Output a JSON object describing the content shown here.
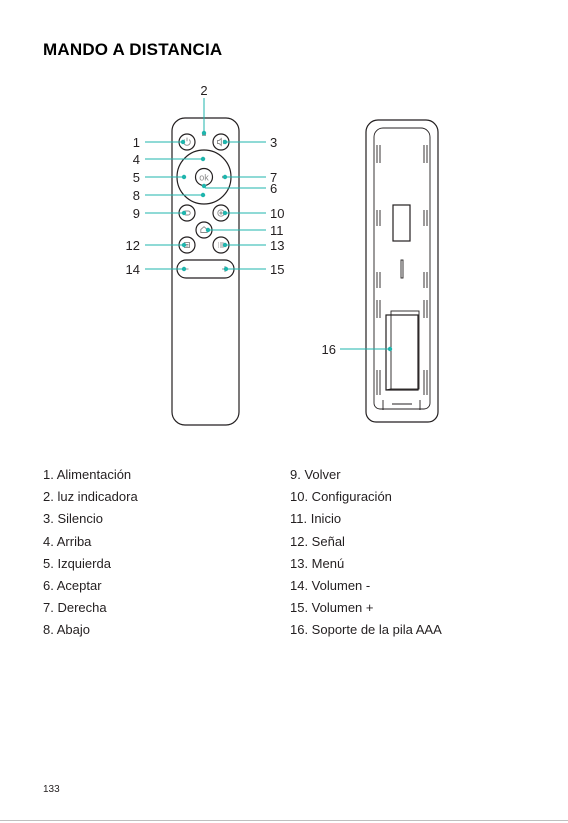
{
  "title": "MANDO A DISTANCIA",
  "callouts": {
    "n1": "1",
    "n2": "2",
    "n3": "3",
    "n4": "4",
    "n5": "5",
    "n6": "6",
    "n7": "7",
    "n8": "8",
    "n9": "9",
    "n10": "10",
    "n11": "11",
    "n12": "12",
    "n13": "13",
    "n14": "14",
    "n15": "15",
    "n16": "16"
  },
  "remote": {
    "ok_label": "ok",
    "accent_color": "#1fb5ad"
  },
  "legend_left": [
    "1. Alimentación",
    "2. luz indicadora",
    "3. Silencio",
    "4. Arriba",
    "5. Izquierda",
    "6. Aceptar",
    "7. Derecha",
    "8. Abajo"
  ],
  "legend_right": [
    "9. Volver",
    "10. Configuración",
    "11. Inicio",
    "12. Señal",
    "13. Menú",
    "14. Volumen -",
    "15. Volumen +",
    "16. Soporte de la pila AAA"
  ],
  "page_number": "133"
}
